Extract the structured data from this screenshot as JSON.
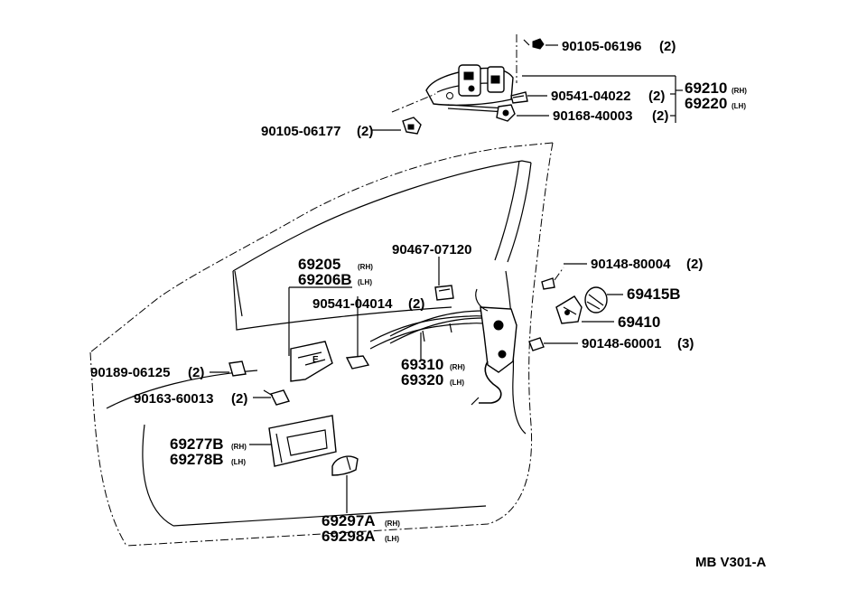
{
  "diagram_id": "MB V301-A",
  "labels": {
    "p_90105_06196": {
      "number": "90105-06196",
      "qty": "(2)"
    },
    "p_90541_04022": {
      "number": "90541-04022",
      "qty": "(2)"
    },
    "p_90168_40003": {
      "number": "90168-40003",
      "qty": "(2)"
    },
    "p_69210": {
      "number": "69210",
      "suffix": "(RH)"
    },
    "p_69220": {
      "number": "69220",
      "suffix": "(LH)"
    },
    "p_90105_06177": {
      "number": "90105-06177",
      "qty": "(2)"
    },
    "p_90467_07120": {
      "number": "90467-07120"
    },
    "p_69205": {
      "number": "69205",
      "suffix": "(RH)"
    },
    "p_69206b": {
      "number": "69206B",
      "suffix": "(LH)"
    },
    "p_90541_04014": {
      "number": "90541-04014",
      "qty": "(2)"
    },
    "p_90148_80004": {
      "number": "90148-80004",
      "qty": "(2)"
    },
    "p_69415b": {
      "number": "69415B"
    },
    "p_69410": {
      "number": "69410"
    },
    "p_90148_60001": {
      "number": "90148-60001",
      "qty": "(3)"
    },
    "p_90189_06125": {
      "number": "90189-06125",
      "qty": "(2)"
    },
    "p_69310": {
      "number": "69310",
      "suffix": "(RH)"
    },
    "p_69320": {
      "number": "69320",
      "suffix": "(LH)"
    },
    "p_90163_60013": {
      "number": "90163-60013",
      "qty": "(2)"
    },
    "p_69277b": {
      "number": "69277B",
      "suffix": "(RH)"
    },
    "p_69278b": {
      "number": "69278B",
      "suffix": "(LH)"
    },
    "p_69297a": {
      "number": "69297A",
      "suffix": "(RH)"
    },
    "p_69298a": {
      "number": "69298A",
      "suffix": "(LH)"
    }
  }
}
